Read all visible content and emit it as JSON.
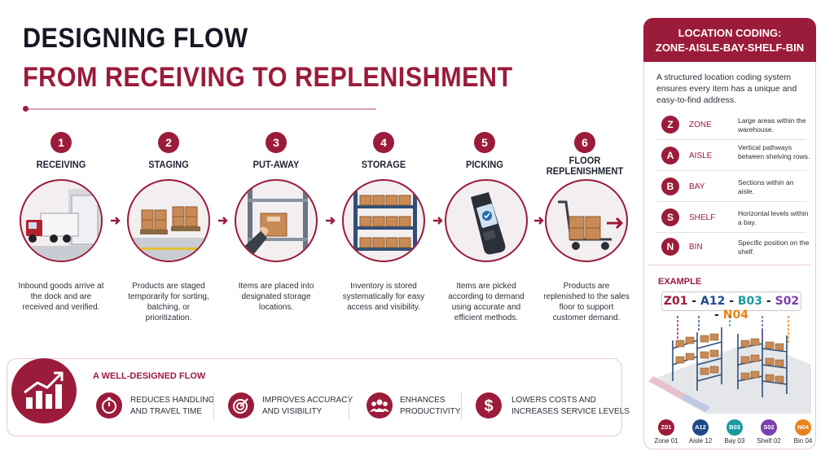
{
  "title": {
    "line1": "DESIGNING FLOW",
    "line2": "FROM RECEIVING TO REPLENISHMENT"
  },
  "steps": [
    {
      "number": "1",
      "title": "RECEIVING",
      "description": "Inbound goods arrive at the dock and are received and verified.",
      "icon": "truck-at-dock-icon"
    },
    {
      "number": "2",
      "title": "STAGING",
      "description": "Products are staged temporarily for sorting, batching, or prioritization.",
      "icon": "pallets-icon"
    },
    {
      "number": "3",
      "title": "PUT-AWAY",
      "description": "Items are placed into designated storage locations.",
      "icon": "box-on-shelf-icon"
    },
    {
      "number": "4",
      "title": "STORAGE",
      "description": "Inventory is stored systematically for easy access and visibility.",
      "icon": "shelving-icon"
    },
    {
      "number": "5",
      "title": "PICKING",
      "description": "Items are picked according to demand using accurate and efficient methods.",
      "icon": "barcode-scanner-icon"
    },
    {
      "number": "6",
      "title": "FLOOR REPLENISHMENT",
      "title_line1": "FLOOR",
      "title_line2": "REPLENISHMENT",
      "description": "Products are replenished to the sales floor to support customer demand.",
      "icon": "hand-cart-icon"
    }
  ],
  "flow_panel": {
    "heading": "A WELL-DESIGNED FLOW",
    "benefits": [
      {
        "line1": "REDUCES HANDLING",
        "line2": "AND TRAVEL TIME",
        "icon": "stopwatch-icon"
      },
      {
        "line1": "IMPROVES ACCURACY",
        "line2": "AND VISIBILITY",
        "icon": "target-icon"
      },
      {
        "line1": "ENHANCES",
        "line2": "PRODUCTIVITY",
        "icon": "team-icon"
      },
      {
        "line1": "LOWERS COSTS AND",
        "line2": "INCREASES SERVICE LEVELS",
        "icon": "dollar-icon"
      }
    ]
  },
  "location_coding": {
    "heading_line1": "LOCATION CODING:",
    "heading_line2": "ZONE-AISLE-BAY-SHELF-BIN",
    "intro": "A structured location coding system ensures every item has a unique and easy-to-find address.",
    "codes": [
      {
        "letter": "Z",
        "name": "ZONE",
        "description": "Large areas within the warehouse."
      },
      {
        "letter": "A",
        "name": "AISLE",
        "description": "Vertical pathways between shelving rows."
      },
      {
        "letter": "B",
        "name": "BAY",
        "description": "Sections within an aisle."
      },
      {
        "letter": "S",
        "name": "SHELF",
        "description": "Horizontal levels within a bay."
      },
      {
        "letter": "N",
        "name": "BIN",
        "description": "Specific position on the shelf."
      }
    ],
    "example_label": "EXAMPLE",
    "example_segments": [
      {
        "text": "Z01",
        "color": "#9b1b3a"
      },
      {
        "text": " - ",
        "color": "#1f2330"
      },
      {
        "text": "A12",
        "color": "#1f4a8a"
      },
      {
        "text": " - ",
        "color": "#1f2330"
      },
      {
        "text": "B03",
        "color": "#1a9aa0"
      },
      {
        "text": " - ",
        "color": "#1f2330"
      },
      {
        "text": "S02",
        "color": "#7a3fb0"
      },
      {
        "text": " - ",
        "color": "#1f2330"
      },
      {
        "text": "N04",
        "color": "#e8821a"
      }
    ],
    "legend": [
      {
        "code": "Z01",
        "label": "Zone 01",
        "color": "#9b1b3a"
      },
      {
        "code": "A12",
        "label": "Aisle 12",
        "color": "#1f4a8a"
      },
      {
        "code": "B03",
        "label": "Bay 03",
        "color": "#1a9aa0"
      },
      {
        "code": "S02",
        "label": "Shelf 02",
        "color": "#7a3fb0"
      },
      {
        "code": "N04",
        "label": "Bin 04",
        "color": "#e8821a"
      }
    ]
  },
  "colors": {
    "accent": "#9b1b3a",
    "text": "#1f2330"
  }
}
